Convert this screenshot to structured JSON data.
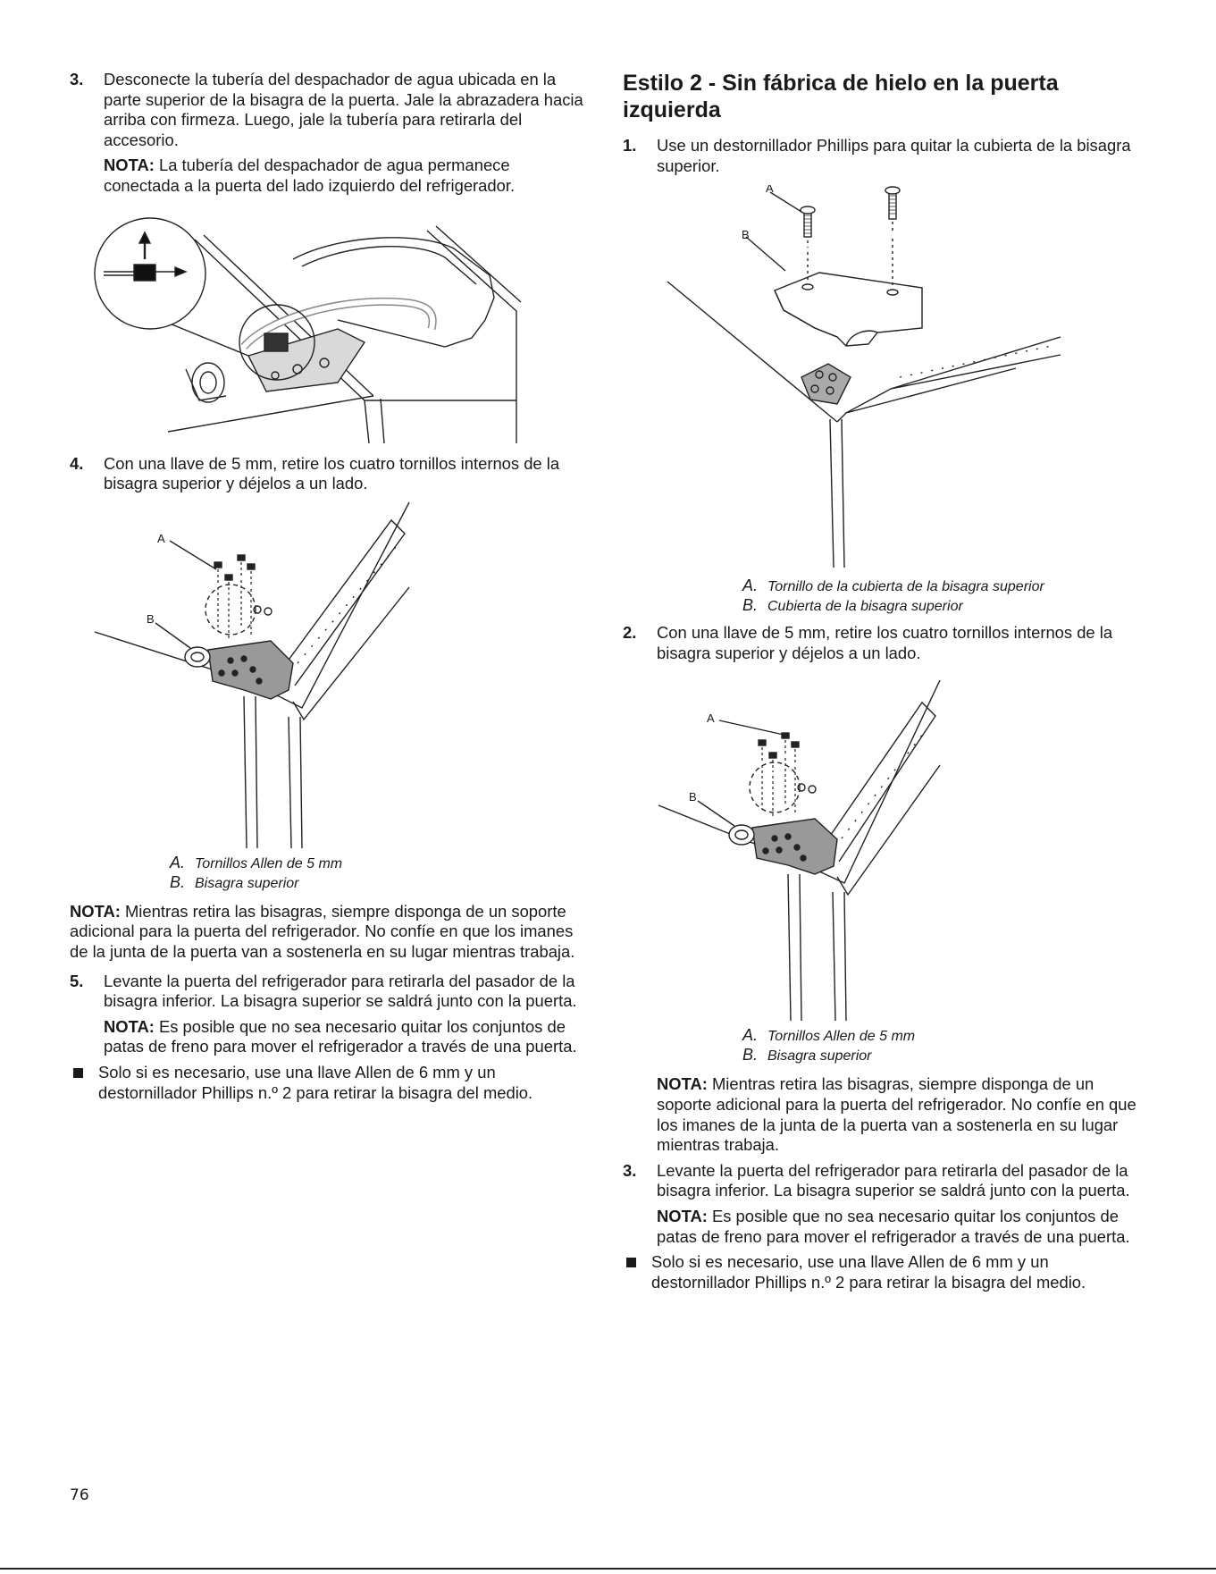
{
  "left": {
    "step3": {
      "num": "3.",
      "text": "Desconecte la tubería del despachador de agua ubicada en la parte superior de la bisagra de la puerta. Jale la abrazadera hacia arriba con firmeza. Luego, jale la tubería para retirarla del accesorio.",
      "note_label": "NOTA:",
      "note_text": " La tubería del despachador de agua permanece conectada a la puerta del lado izquierdo del refrigerador."
    },
    "step4": {
      "num": "4.",
      "text": "Con una llave de 5 mm, retire los cuatro tornillos internos de la bisagra superior y déjelos a un lado."
    },
    "fig2": {
      "label_a": "A",
      "label_b": "B",
      "caption_a_letter": "A.",
      "caption_a": "Tornillos Allen de 5 mm",
      "caption_b_letter": "B.",
      "caption_b": "Bisagra superior"
    },
    "note": {
      "label": "NOTA:",
      "text": " Mientras retira las bisagras, siempre disponga de un soporte adicional para la puerta del refrigerador. No confíe en que los imanes de la junta de la puerta van a sostenerla en su lugar mientras trabaja."
    },
    "step5": {
      "num": "5.",
      "text": "Levante la puerta del refrigerador para retirarla del pasador de la bisagra inferior. La bisagra superior se saldrá junto con la puerta.",
      "note_label": "NOTA:",
      "note_text": " Es posible que no sea necesario quitar los conjuntos de patas de freno para mover el refrigerador a través de una puerta."
    },
    "bullet": "Solo si es necesario, use una llave Allen de 6 mm y un destornillador Phillips n.º 2 para retirar la bisagra del medio."
  },
  "right": {
    "heading": "Estilo 2 - Sin fábrica de hielo en la puerta izquierda",
    "step1": {
      "num": "1.",
      "text": "Use un destornillador Phillips para quitar la cubierta de la bisagra superior."
    },
    "fig1": {
      "label_a": "A",
      "label_b": "B",
      "caption_a_letter": "A.",
      "caption_a": "Tornillo de la cubierta de la bisagra superior",
      "caption_b_letter": "B.",
      "caption_b": "Cubierta de la bisagra superior"
    },
    "step2": {
      "num": "2.",
      "text": "Con una llave de 5 mm, retire los cuatro tornillos internos de la bisagra superior y déjelos a un lado."
    },
    "fig2": {
      "label_a": "A",
      "label_b": "B",
      "caption_a_letter": "A.",
      "caption_a": "Tornillos Allen de 5 mm",
      "caption_b_letter": "B.",
      "caption_b": "Bisagra superior"
    },
    "note": {
      "label": "NOTA:",
      "text": " Mientras retira las bisagras, siempre disponga de un soporte adicional para la puerta del refrigerador. No confíe en que los imanes de la junta de la puerta van a sostenerla en su lugar mientras trabaja."
    },
    "step3": {
      "num": "3.",
      "text": "Levante la puerta del refrigerador para retirarla del pasador de la bisagra inferior. La bisagra superior se saldrá junto con la puerta.",
      "note_label": "NOTA:",
      "note_text": " Es posible que no sea necesario quitar los conjuntos de patas de freno para mover el refrigerador a través de una puerta."
    },
    "bullet": "Solo si es necesario, use una llave Allen de 6 mm y un destornillador Phillips n.º 2 para retirar la bisagra del medio."
  },
  "page_number": "76"
}
